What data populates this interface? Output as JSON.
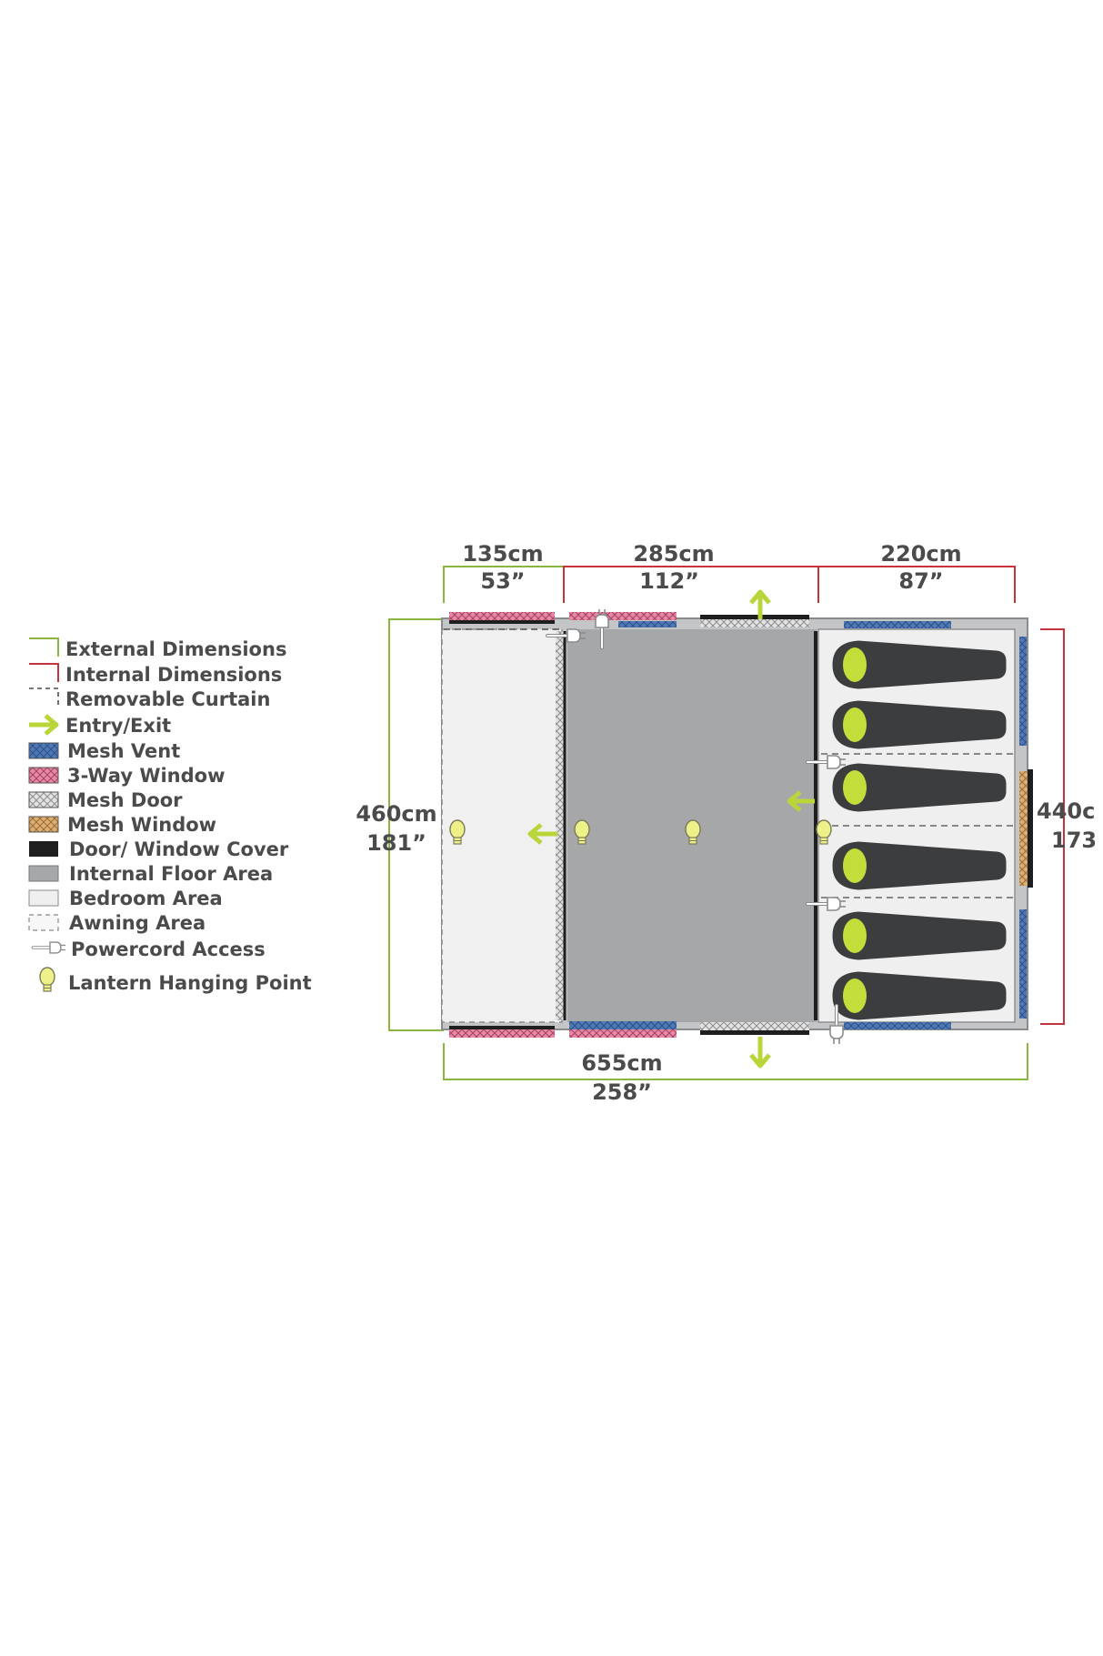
{
  "colors": {
    "external_dim": "#8ab53f",
    "internal_dim": "#c8323c",
    "entry_arrow": "#b8d63a",
    "mesh_vent": "#4f79b5",
    "three_way_window": "#d16a8c",
    "mesh_door": "#b9b9b9",
    "mesh_window": "#c79a5e",
    "door_cover": "#1e1e1e",
    "internal_floor": "#a6a7a9",
    "bedroom": "#efefef",
    "sleeping_bag": "#3c3d3f",
    "lantern": "#eef08a",
    "outline": "#8a8b8d"
  },
  "legend": [
    {
      "id": "external",
      "icon": "external-dimension-bracket-icon",
      "label": "External Dimensions"
    },
    {
      "id": "internal",
      "icon": "internal-dimension-bracket-icon",
      "label": "Internal Dimensions"
    },
    {
      "id": "curtain",
      "icon": "dashed-bracket-icon",
      "label": "Removable Curtain"
    },
    {
      "id": "entry",
      "icon": "arrow-right-icon",
      "label": "Entry/Exit"
    },
    {
      "id": "mesh_vent",
      "icon": "mesh-vent-swatch",
      "label": "Mesh Vent"
    },
    {
      "id": "three_way",
      "icon": "three-way-window-swatch",
      "label": "3-Way Window"
    },
    {
      "id": "mesh_door",
      "icon": "mesh-door-swatch",
      "label": "Mesh Door"
    },
    {
      "id": "mesh_window",
      "icon": "mesh-window-swatch",
      "label": "Mesh Window"
    },
    {
      "id": "cover",
      "icon": "door-cover-swatch",
      "label": "Door/ Window Cover"
    },
    {
      "id": "floor",
      "icon": "floor-swatch",
      "label": "Internal Floor Area"
    },
    {
      "id": "bedroom",
      "icon": "bedroom-swatch",
      "label": "Bedroom Area"
    },
    {
      "id": "awning",
      "icon": "awning-swatch",
      "label": "Awning Area"
    },
    {
      "id": "powercord",
      "icon": "plug-icon",
      "label": "Powercord Access"
    },
    {
      "id": "lantern",
      "icon": "bulb-icon",
      "label": "Lantern Hanging Point"
    }
  ],
  "dimensions": {
    "top": [
      {
        "cm": "135cm",
        "inch": "53”"
      },
      {
        "cm": "285cm",
        "inch": "112”"
      },
      {
        "cm": "220cm",
        "inch": "87”"
      }
    ],
    "left": {
      "cm": "460cm",
      "inch": "181”"
    },
    "right": {
      "cm": "440c",
      "inch": "173"
    },
    "bottom": {
      "cm": "655cm",
      "inch": "258”"
    }
  },
  "sleeping_bags": 6
}
